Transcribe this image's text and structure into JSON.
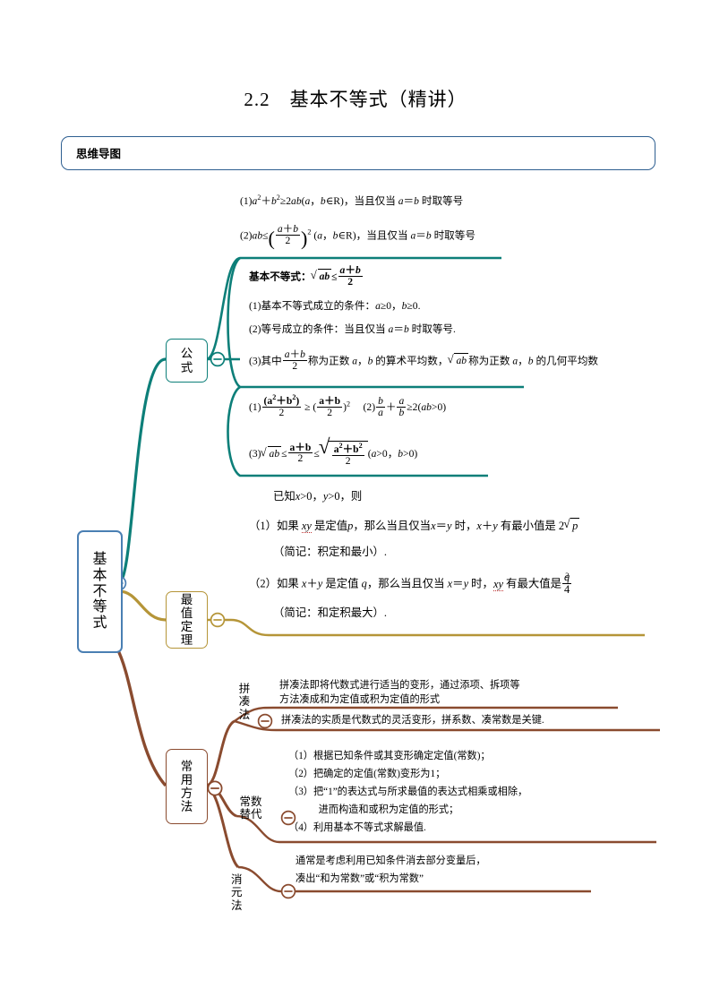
{
  "document": {
    "title": "2.2　基本不等式（精讲）",
    "section_box_label": "思维导图"
  },
  "mindmap": {
    "root": {
      "label": "基本不等式",
      "color": "#4a7fb3"
    },
    "branches": [
      {
        "id": "formula",
        "label": "公式",
        "color": "#0d7f79",
        "blocks": [
          {
            "id": "formula-top",
            "lines": [
              "(1)a²+b²≥2ab(a，b∈R)，当且仅当 a＝b 时取等号",
              "(2)ab≤((a+b)/2)²(a，b∈R)，当且仅当 a＝b 时取等号"
            ]
          },
          {
            "id": "formula-middle",
            "lines": [
              "基本不等式：√ab≤(a+b)/2",
              "(1)基本不等式成立的条件：a≥0，b≥0.",
              "(2)等号成立的条件：当且仅当 a＝b 时取等号.",
              "(3)其中(a+b)/2称为正数 a，b 的算术平均数，√ab称为正数 a，b 的几何平均数"
            ]
          },
          {
            "id": "formula-bottom",
            "lines": [
              "(1)(a²+b²)/2 ≥ ((a+b)/2)²　　(2)b/a+a/b≥2(ab>0)",
              "(3)√ab≤(a+b)/2≤√((a²+b²)/2)(a>0，b>0)"
            ]
          }
        ]
      },
      {
        "id": "extreme",
        "label": "最值定理",
        "color": "#b59538",
        "blocks": [
          {
            "id": "extreme-main",
            "lines": [
              "已知x>0，y>0，则",
              "（1）如果 xy 是定值p，那么当且仅当x＝y 时，x＋y 有最小值是 2√p",
              "（简记：积定和最小）.",
              "（2）如果 x＋y 是定值 q，那么当且仅当 x＝y 时，xy 有最大值是q²/4",
              "（简记：和定积最大）."
            ]
          }
        ]
      },
      {
        "id": "method",
        "label": "常用方法",
        "color": "#8a4b2f",
        "children": [
          {
            "id": "pincou",
            "label": "拼凑法",
            "blocks": [
              {
                "id": "pincou-1",
                "lines": [
                  "拼凑法即将代数式进行适当的变形，通过添项、拆项等",
                  "方法凑成和为定值或积为定值的形式"
                ]
              },
              {
                "id": "pincou-2",
                "lines": [
                  "拼凑法的实质是代数式的灵活变形，拼系数、凑常数是关键."
                ]
              }
            ]
          },
          {
            "id": "changshu",
            "label": "常数替代",
            "blocks": [
              {
                "id": "changshu-1",
                "lines": [
                  "（1）根据已知条件或其变形确定定值(常数)；",
                  "（2）把确定的定值(常数)变形为1；",
                  "（3）把“1”的表达式与所求最值的表达式相乘或相除，",
                  "　　　进而构造和或积为定值的形式；",
                  "（4）利用基本不等式求解最值."
                ]
              }
            ]
          },
          {
            "id": "xiaoyuan",
            "label": "消元法",
            "blocks": [
              {
                "id": "xiaoyuan-1",
                "lines": [
                  "通常是考虑利用已知条件消去部分变量后，",
                  "凑出“和为常数”或“积为常数”"
                ]
              }
            ]
          }
        ]
      }
    ],
    "collapse_toggles": [
      {
        "id": "toggle-root",
        "symbol": "−"
      },
      {
        "id": "toggle-formula",
        "symbol": "−"
      },
      {
        "id": "toggle-extreme",
        "symbol": "−"
      },
      {
        "id": "toggle-method",
        "symbol": "−"
      },
      {
        "id": "toggle-pincou",
        "symbol": "−"
      },
      {
        "id": "toggle-changshu",
        "symbol": "−"
      },
      {
        "id": "toggle-xiaoyuan",
        "symbol": "−"
      }
    ]
  }
}
